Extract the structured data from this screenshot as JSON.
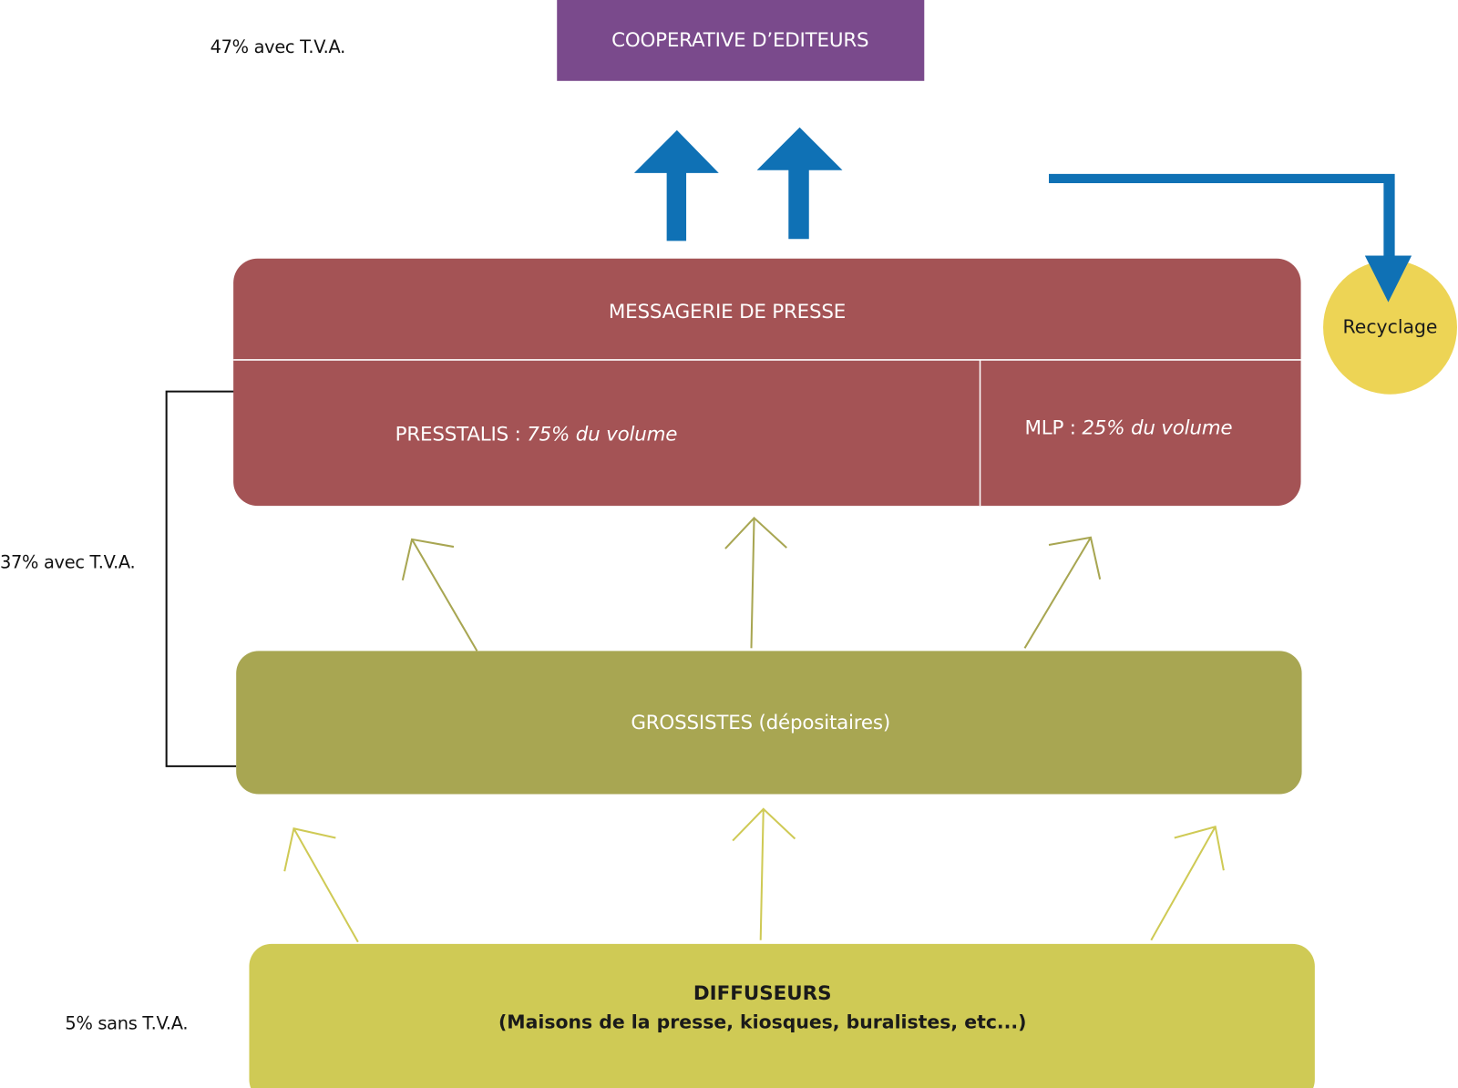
{
  "colors": {
    "cooperative": "#7a4a8c",
    "messagerie": "#a45355",
    "grossistes": "#a8a652",
    "diffuseurs": "#cfca55",
    "recyclage": "#edd455",
    "blue_arrow": "#0f71b5",
    "olive_arrow": "#a8a652",
    "yellow_arrow": "#cfca55",
    "bracket": "#111111"
  },
  "side_labels": {
    "top": "47% avec T.V.A.",
    "middle": "37% avec T.V.A.",
    "bottom": "5% sans T.V.A."
  },
  "nodes": {
    "cooperative": {
      "label": "COOPERATIVE D’EDITEURS"
    },
    "messagerie": {
      "title": "MESSAGERIE DE PRESSE",
      "presstalis": {
        "name": "PRESSTALIS : ",
        "share": "75% du volume"
      },
      "mlp": {
        "name": "MLP : ",
        "share": "25% du volume"
      }
    },
    "grossistes": {
      "label": "GROSSISTES (dépositaires)"
    },
    "diffuseurs": {
      "title": "DIFFUSEURS",
      "subtitle": "(Maisons de la presse, kiosques, buralistes, etc...)"
    },
    "recyclage": {
      "label": "Recyclage"
    }
  },
  "edges": [
    {
      "from": "messagerie",
      "to": "cooperative",
      "count": 2,
      "style": "thick-blue"
    },
    {
      "from": "messagerie",
      "to": "recyclage",
      "count": 1,
      "style": "thick-blue-elbow"
    },
    {
      "from": "grossistes",
      "to": "messagerie",
      "count": 3,
      "style": "thin-olive"
    },
    {
      "from": "diffuseurs",
      "to": "grossistes",
      "count": 3,
      "style": "thin-yellow"
    }
  ]
}
